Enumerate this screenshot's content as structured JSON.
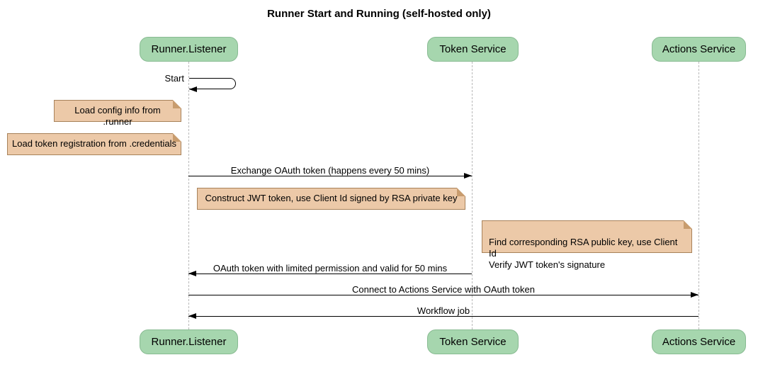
{
  "title": "Runner Start and Running (self-hosted only)",
  "participants": [
    {
      "label": "Runner.Listener"
    },
    {
      "label": "Token Service"
    },
    {
      "label": "Actions Service"
    }
  ],
  "messages": [
    {
      "label": "Start",
      "from": "Runner.Listener",
      "to": "Runner.Listener",
      "type": "self"
    },
    {
      "label": "Exchange OAuth token (happens every 50 mins)",
      "from": "Runner.Listener",
      "to": "Token Service",
      "type": "right"
    },
    {
      "label": "OAuth token with limited permission and valid for 50 mins",
      "from": "Token Service",
      "to": "Runner.Listener",
      "type": "left"
    },
    {
      "label": "Connect to Actions Service with OAuth token",
      "from": "Runner.Listener",
      "to": "Actions Service",
      "type": "right"
    },
    {
      "label": "Workflow job",
      "from": "Actions Service",
      "to": "Runner.Listener",
      "type": "left"
    }
  ],
  "notes": [
    {
      "text": "Load config info from .runner"
    },
    {
      "text": "Load token registration from .credentials"
    },
    {
      "text": "Construct JWT token, use Client Id signed by RSA private key"
    },
    {
      "text": "Find corresponding RSA public key, use Client Id\nVerify JWT token's signature"
    }
  ],
  "colors": {
    "participant_fill": "#a6d6ae",
    "participant_border": "#88bb92",
    "note_fill": "#ecc9a8",
    "note_border": "#a8825a",
    "lifeline": "#b9b9b9",
    "arrow": "#000000",
    "background": "#ffffff"
  }
}
